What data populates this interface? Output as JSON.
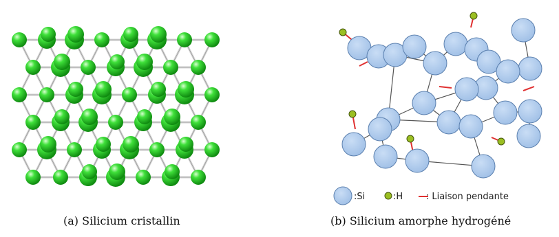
{
  "panel_a": {
    "caption": "(a) Silicium cristallin",
    "atom_color": "#22cc22",
    "bond_color": "#cfcfcf"
  },
  "panel_b": {
    "caption": "(b) Silicium amorphe hydrogéné",
    "si_color": "#a9c9ee",
    "h_color": "#9bbf22",
    "dangling_color": "#e03030",
    "legend": {
      "si": ":Si",
      "h": ":H",
      "dangling": "- : Liaison pendante"
    }
  }
}
